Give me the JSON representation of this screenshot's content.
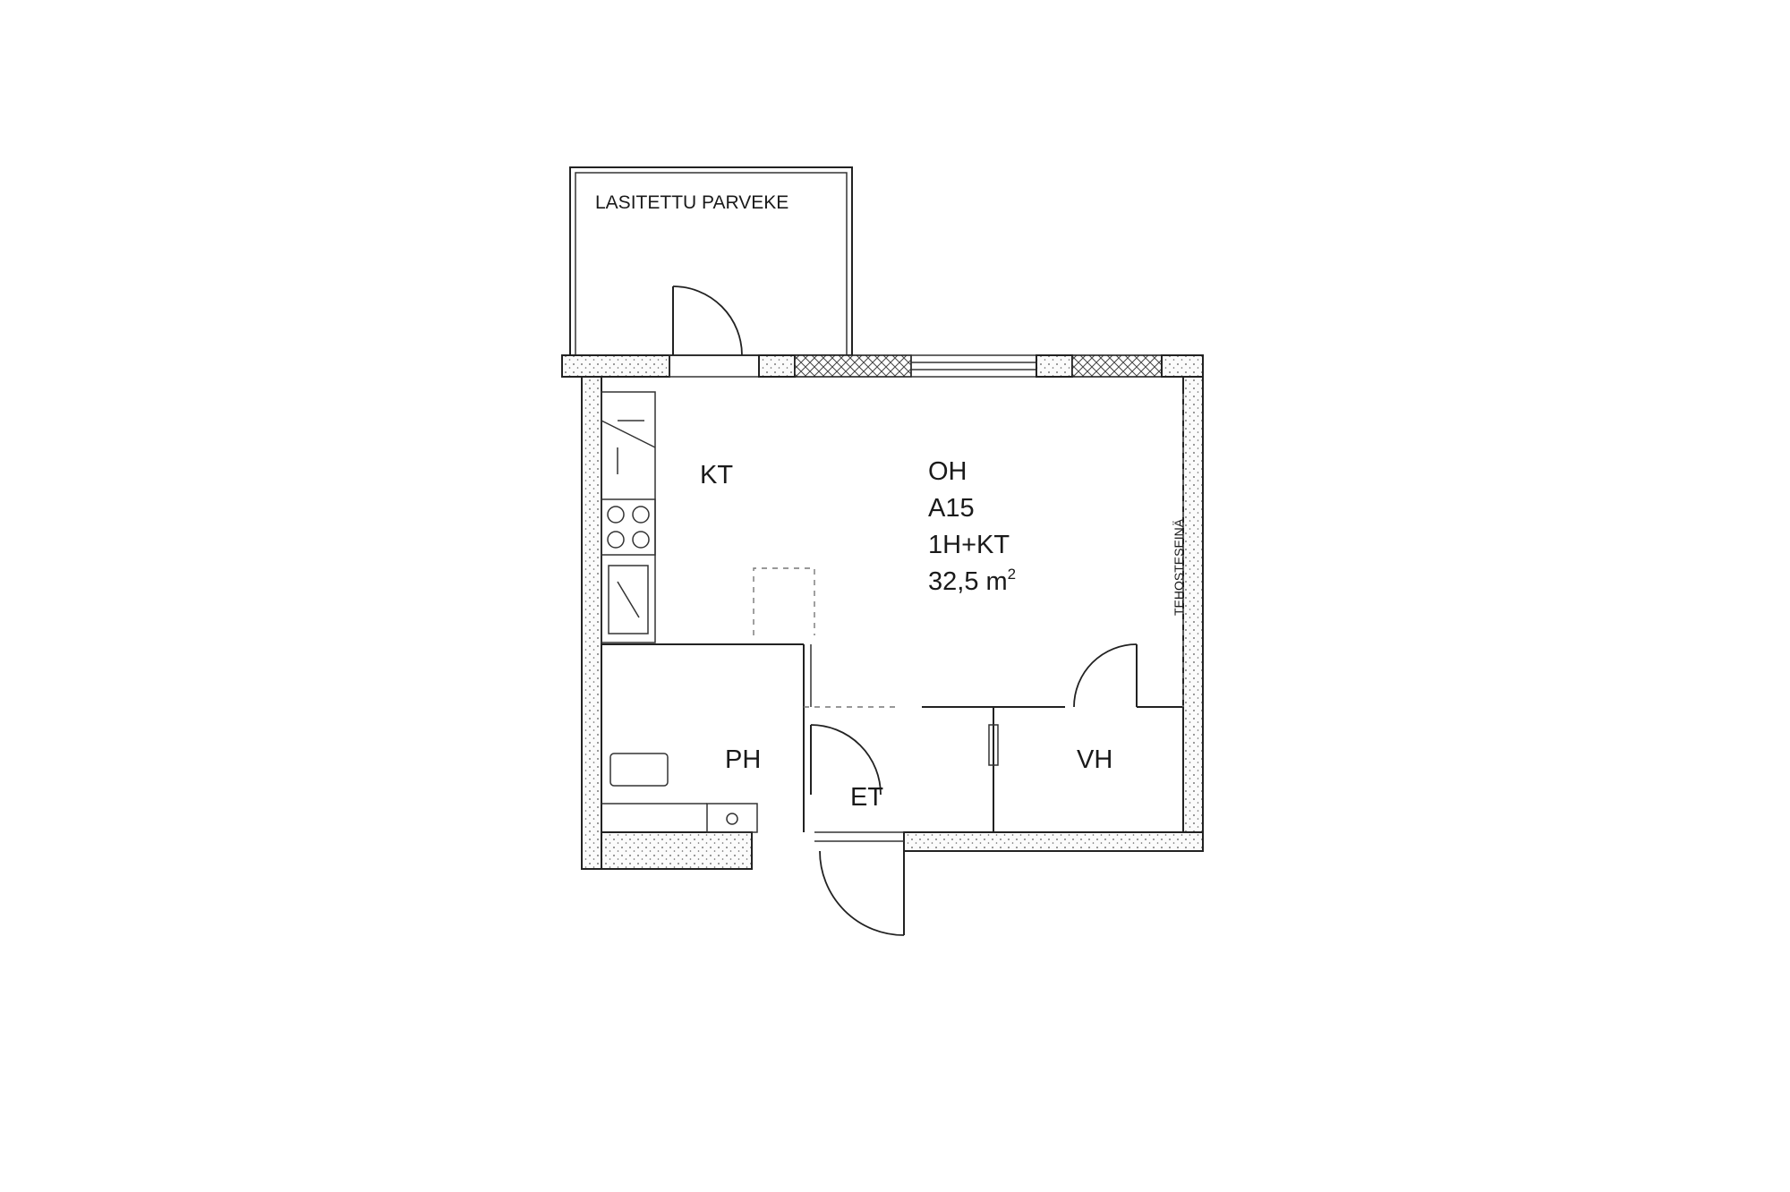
{
  "plan": {
    "labels": {
      "balcony": "LASITETTU PARVEKE",
      "kitchen": "KT",
      "living": "OH",
      "apartment_id": "A15",
      "layout_type": "1H+KT",
      "area": "32,5 m",
      "area_superscript": "2",
      "accent_wall": "TEHOSTESEINÄ",
      "bathroom": "PH",
      "hallway": "ET",
      "wardrobe": "VH"
    }
  }
}
